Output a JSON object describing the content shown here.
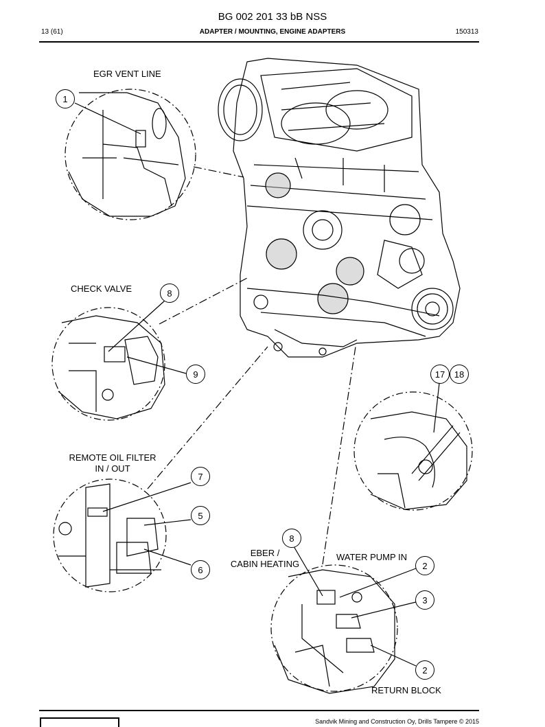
{
  "header": {
    "document_id": "BG 002 201 33 bB NSS",
    "page": "13 (61)",
    "section": "ADAPTER / MOUNTING, ENGINE ADAPTERS",
    "code": "150313"
  },
  "labels": {
    "egr_vent_line": "EGR VENT LINE",
    "check_valve": "CHECK VALVE",
    "remote_oil_filter": "REMOTE OIL FILTER",
    "remote_oil_filter_sub": "IN / OUT",
    "eber": "EBER /",
    "cabin_heating": "CABIN HEATING",
    "water_pump_in": "WATER PUMP IN",
    "return_block": "RETURN BLOCK"
  },
  "callouts": {
    "c1": "1",
    "c8a": "8",
    "c9": "9",
    "c17": "17",
    "c18": "18",
    "c7": "7",
    "c5": "5",
    "c6": "6",
    "c8b": "8",
    "c2a": "2",
    "c3": "3",
    "c2b": "2"
  },
  "footer": {
    "copyright": "Sandvik Mining and Construction Oy, Drills Tampere © 2015"
  }
}
